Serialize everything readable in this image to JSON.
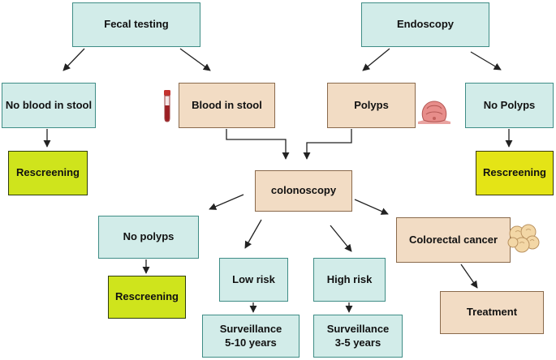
{
  "nodes": {
    "fecal_testing": "Fecal testing",
    "endoscopy": "Endoscopy",
    "no_blood_in_stool": "No blood in stool",
    "blood_in_stool": "Blood in stool",
    "polyps": "Polyps",
    "no_polyps_top": "No Polyps",
    "rescreening_left": "Rescreening",
    "rescreening_right": "Rescreening",
    "colonoscopy": "colonoscopy",
    "no_polyps": "No polyps",
    "low_risk": "Low risk",
    "high_risk": "High risk",
    "colorectal_cancer": "Colorectal cancer",
    "rescreening_bottom": "Rescreening",
    "surveillance_5_10": "Surveillance\n5-10 years",
    "surveillance_3_5": "Surveillance\n3-5 years",
    "treatment": "Treatment"
  },
  "icons": [
    "blood-tube-icon",
    "polyp-icon",
    "tumor-icon"
  ],
  "colors": {
    "teal_fill": "#d2ece9",
    "tan_fill": "#f2dcc4",
    "lime_fill": "#cfe41c",
    "yellow_fill": "#e4e416"
  }
}
